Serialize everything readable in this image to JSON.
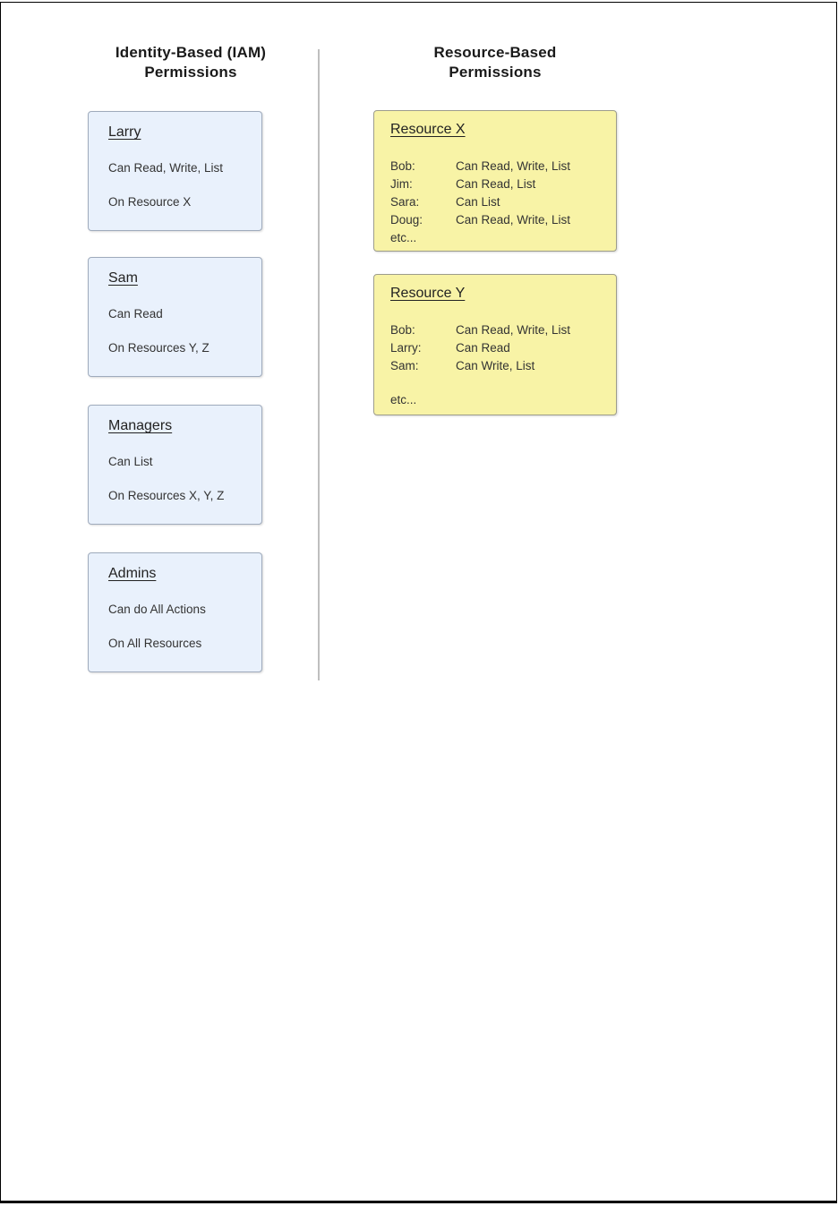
{
  "diagram": {
    "identity_column": {
      "title_line1": "Identity-Based (IAM)",
      "title_line2": "Permissions",
      "boxes": [
        {
          "heading": "Larry",
          "lines": [
            "Can Read, Write, List",
            "On Resource X"
          ]
        },
        {
          "heading": "Sam",
          "lines": [
            "Can Read",
            "On Resources Y, Z"
          ]
        },
        {
          "heading": "Managers",
          "lines": [
            "Can List",
            "On Resources X, Y, Z"
          ]
        },
        {
          "heading": "Admins",
          "lines": [
            "Can do All Actions",
            "On All Resources"
          ]
        }
      ]
    },
    "resource_column": {
      "title_line1": "Resource-Based",
      "title_line2": "Permissions",
      "boxes": [
        {
          "heading": "Resource X",
          "rows": [
            {
              "name": "Bob:",
              "perm": "Can Read, Write, List"
            },
            {
              "name": "Jim:",
              "perm": "Can Read, List"
            },
            {
              "name": "Sara:",
              "perm": "Can List"
            },
            {
              "name": "Doug:",
              "perm": "Can Read, Write, List"
            }
          ],
          "etc": "etc..."
        },
        {
          "heading": "Resource Y",
          "rows": [
            {
              "name": "Bob:",
              "perm": "Can Read, Write, List"
            },
            {
              "name": "Larry:",
              "perm": "Can Read"
            },
            {
              "name": "Sam:",
              "perm": "Can Write, List"
            }
          ],
          "etc": "etc..."
        }
      ]
    },
    "colors": {
      "identity_box_fill": "#e9f1fc",
      "identity_box_border": "#9fabbc",
      "resource_box_fill": "#f8f3a6",
      "resource_box_border": "#9d9d8c",
      "divider": "#bfbfbf",
      "frame": "#000000"
    }
  }
}
